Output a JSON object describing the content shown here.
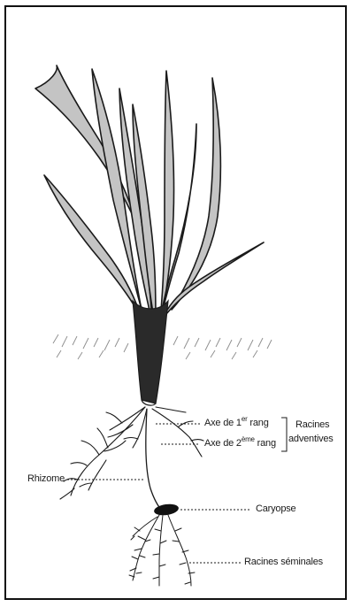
{
  "labels": {
    "axe1_prefix": "Axe de 1",
    "axe1_sup": "er",
    "axe1_suffix": " rang",
    "axe2_prefix": "Axe de 2",
    "axe2_sup": "ème",
    "axe2_suffix": " rang",
    "racines_adventives_line1": "Racines",
    "racines_adventives_line2": "adventives",
    "rhizome": "Rhizome",
    "caryopse": "Caryopse",
    "racines_seminales": "Racines séminales"
  },
  "colors": {
    "outline": "#1a1a1a",
    "leaf_fill": "#c4c4c4",
    "stem_fill": "#2a2a2a",
    "seed_fill": "#111111",
    "frame": "#111111"
  }
}
